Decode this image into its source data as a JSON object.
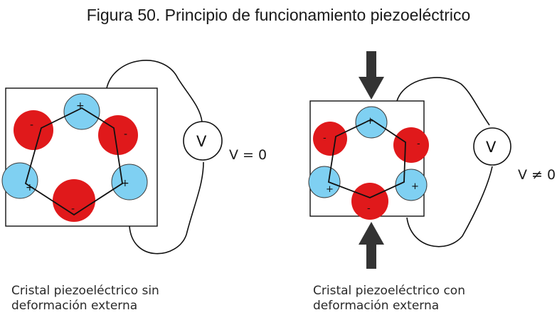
{
  "title": "Figura 50. Principio de funcionamiento piezoeléctrico",
  "left_panel": {
    "voltmeter_symbol": "V",
    "reading": "V = 0",
    "caption_line1": "Cristal piezoeléctrico sin",
    "caption_line2": "deformación externa"
  },
  "right_panel": {
    "voltmeter_symbol": "V",
    "reading": "V ≠ 0",
    "caption_line1": "Cristal piezoeléctrico con",
    "caption_line2": "deformación externa"
  },
  "charges": {
    "negative": "-",
    "positive": "+"
  },
  "colors": {
    "negative_ion": "#e0191b",
    "positive_ion": "#7fd0f2",
    "arrow": "#333333"
  }
}
